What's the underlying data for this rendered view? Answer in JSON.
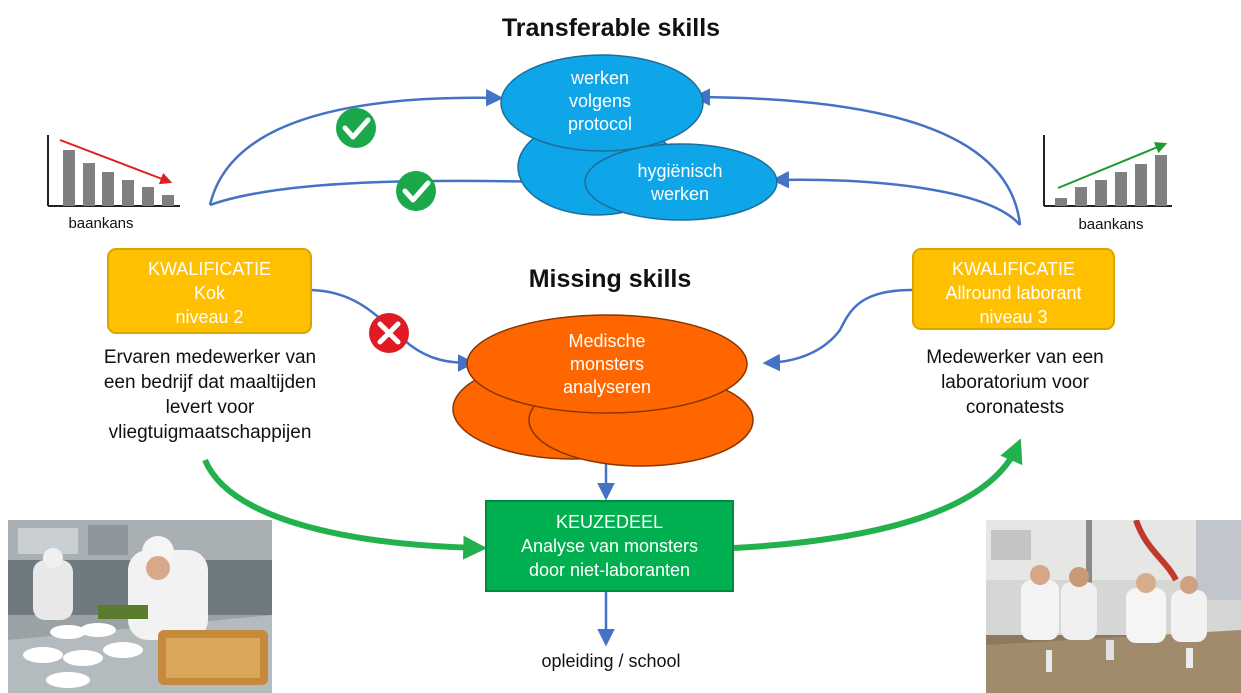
{
  "titles": {
    "transferable": "Transferable skills",
    "missing": "Missing skills"
  },
  "transferable_skills": [
    {
      "lines": [
        "werken",
        "volgens",
        "protocol"
      ]
    },
    {
      "lines": [
        "hygiënisch",
        "werken"
      ]
    }
  ],
  "missing_skill": {
    "lines": [
      "Medische",
      "monsters",
      "analyseren"
    ]
  },
  "left": {
    "qualification": {
      "lines": [
        "KWALIFICATIE",
        "Kok",
        "niveau 2"
      ]
    },
    "description": [
      "Ervaren medewerker van",
      "een bedrijf dat maaltijden",
      "levert voor",
      "vliegtuigmaatschappijen"
    ],
    "chart_label": "baankans",
    "trend": "declining"
  },
  "right": {
    "qualification": {
      "lines": [
        "KWALIFICATIE",
        "Allround laborant",
        "niveau 3"
      ]
    },
    "description": [
      "Medewerker van een",
      "laboratorium voor",
      "coronatests"
    ],
    "chart_label": "baankans",
    "trend": "rising"
  },
  "keuzedeel": {
    "lines": [
      "KEUZEDEEL",
      "Analyse van monsters",
      "door niet-laboranten"
    ]
  },
  "bottom_label": "opleiding / school",
  "colors": {
    "transferable": "#0ea5e9",
    "missing": "#ff6600",
    "qualification": "#ffc000",
    "keuzedeel": "#00b050",
    "arrow": "#4472c4",
    "path": "#22b14c",
    "check": "#1aa84a",
    "cross": "#e01b24"
  },
  "icons": [
    "check-icon",
    "check-icon",
    "cross-icon"
  ]
}
